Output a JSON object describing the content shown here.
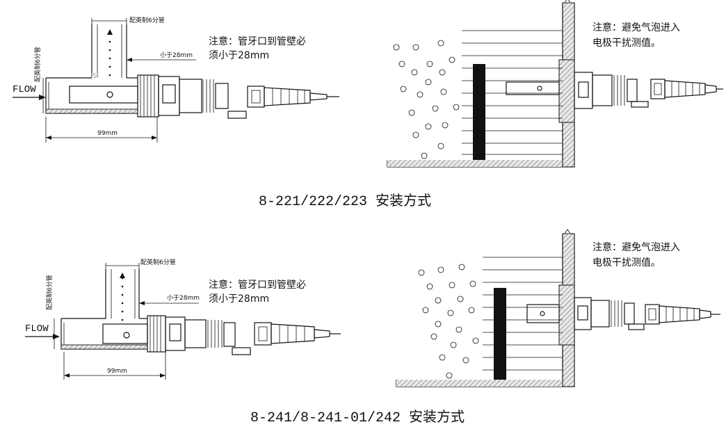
{
  "sections": [
    {
      "pipe_label_top": "配英制6分管",
      "pipe_label_side": "配英制6分管",
      "flow_label": "FLOW",
      "gap_label": "小于28mm",
      "length_label": "99mm",
      "note_left_line1": "注意：管牙口到管壁必",
      "note_left_line2": "须小于28mm",
      "note_right_line1": "注意：避免气泡进入",
      "note_right_line2": "电极干扰测值。",
      "caption": "8-221/222/223 安装方式"
    },
    {
      "pipe_label_top": "配英制6分管",
      "pipe_label_side": "配英制6分管",
      "flow_label": "FLOW",
      "gap_label": "小于28mm",
      "length_label": "99mm",
      "note_left_line1": "注意：管牙口到管壁必",
      "note_left_line2": "须小于28mm",
      "note_right_line1": "注意：避免气泡进入",
      "note_right_line2": "电极干扰测值。",
      "caption": "8-241/8-241-01/242 安装方式"
    }
  ]
}
